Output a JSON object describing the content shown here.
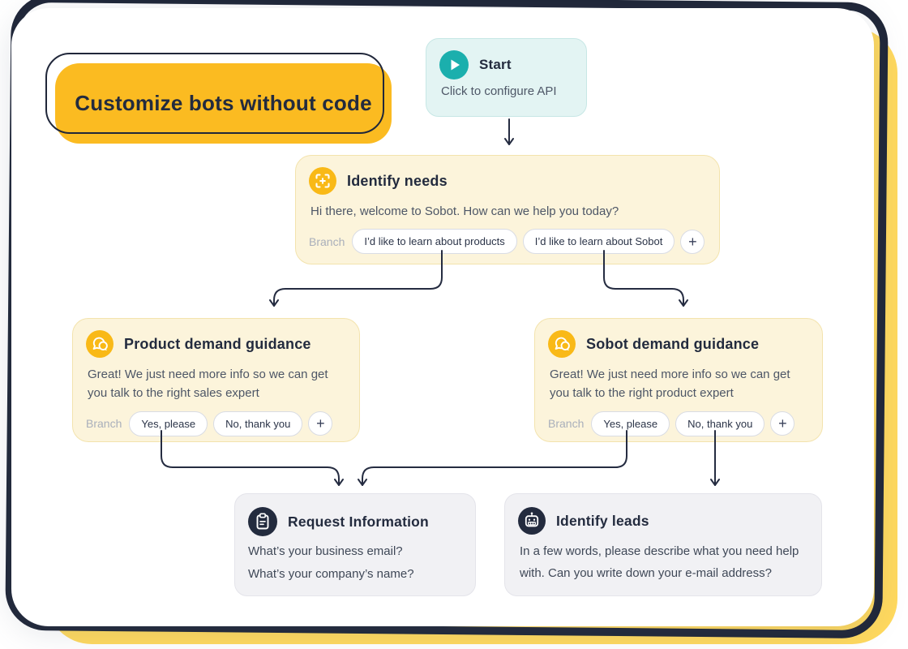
{
  "badge": {
    "label": "Customize bots without code"
  },
  "nodes": {
    "start": {
      "title": "Start",
      "subtitle": "Click to configure API",
      "icon": "play-icon"
    },
    "identify_needs": {
      "title": "Identify needs",
      "icon": "scan-icon",
      "message": "Hi there, welcome to Sobot. How can we help you today?",
      "branch_label": "Branch",
      "branches": [
        "I’d like to learn about products",
        "I’d like to learn about Sobot"
      ],
      "add_label": "+"
    },
    "product_guidance": {
      "title": "Product demand guidance",
      "icon": "chat-bubbles-icon",
      "message": "Great! We just need more info so we can get you talk to the right sales expert",
      "branch_label": "Branch",
      "branches": [
        "Yes, please",
        "No, thank you"
      ],
      "add_label": "+"
    },
    "sobot_guidance": {
      "title": "Sobot demand guidance",
      "icon": "chat-bubbles-icon",
      "message": "Great! We just need more info so we can get you talk to the right product expert",
      "branch_label": "Branch",
      "branches": [
        "Yes, please",
        "No, thank you"
      ],
      "add_label": "+"
    },
    "request_information": {
      "title": "Request Information",
      "icon": "clipboard-icon",
      "lines": [
        "What’s your business email?",
        "What’s your company’s name?"
      ]
    },
    "identify_leads": {
      "title": "Identify leads",
      "icon": "robot-icon",
      "message": "In a few words, please describe what you need help with. Can you write down your e-mail address?"
    }
  },
  "colors": {
    "frame_border": "#1E2537",
    "frame_shadow_yellow": "#FFD95E",
    "badge_yellow": "#FBBB21",
    "node_cream_bg": "#FCF4DB",
    "node_gray_bg": "#F1F1F4",
    "start_teal_bg": "#E3F4F3",
    "accent_teal": "#1BAFAD",
    "accent_yellow": "#F9B917",
    "dark_navy": "#232B3E",
    "connector": "#252C41"
  }
}
